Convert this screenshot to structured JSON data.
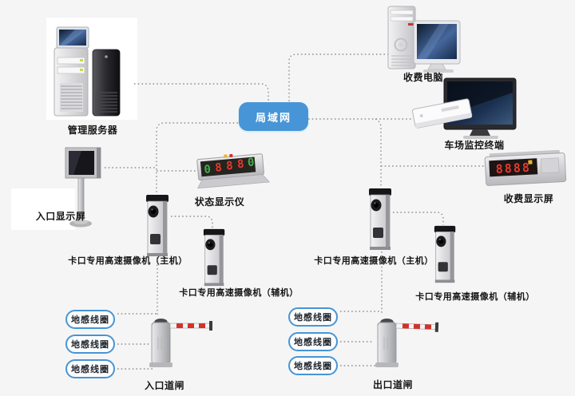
{
  "colors": {
    "accent_blue": "#4795d6",
    "pill_border_blue": "#4695d5",
    "line_gray": "#8f8f8f",
    "led_red": "#e5392e",
    "led_green": "#43b04a",
    "background": "#f5f5f6"
  },
  "lan": {
    "label": "局域网"
  },
  "labels": {
    "management_server": "管理服务器",
    "toll_computer": "收费电脑",
    "monitor_terminal": "车场监控终端",
    "toll_display": "收费显示屏",
    "entrance_display": "入口显示屏",
    "status_display": "状态显示仪",
    "camera_left_main": "卡口专用高速摄像机（主机）",
    "camera_left_aux": "卡口专用高速摄像机（辅机）",
    "camera_right_main": "卡口专用高速摄像机（主机）",
    "camera_right_aux": "卡口专用高速摄像机（辅机）",
    "entrance_barrier": "入口道闸",
    "exit_barrier": "出口道闸"
  },
  "loop_coils": {
    "left": [
      "地感线圈",
      "地感线圈",
      "地感线圈"
    ],
    "right": [
      "地感线圈",
      "地感线圈",
      "地感线圈"
    ]
  },
  "status_display": {
    "chars": [
      "0",
      "8",
      "8",
      "8",
      "0"
    ]
  },
  "toll_display": {
    "led_text": "8888"
  }
}
